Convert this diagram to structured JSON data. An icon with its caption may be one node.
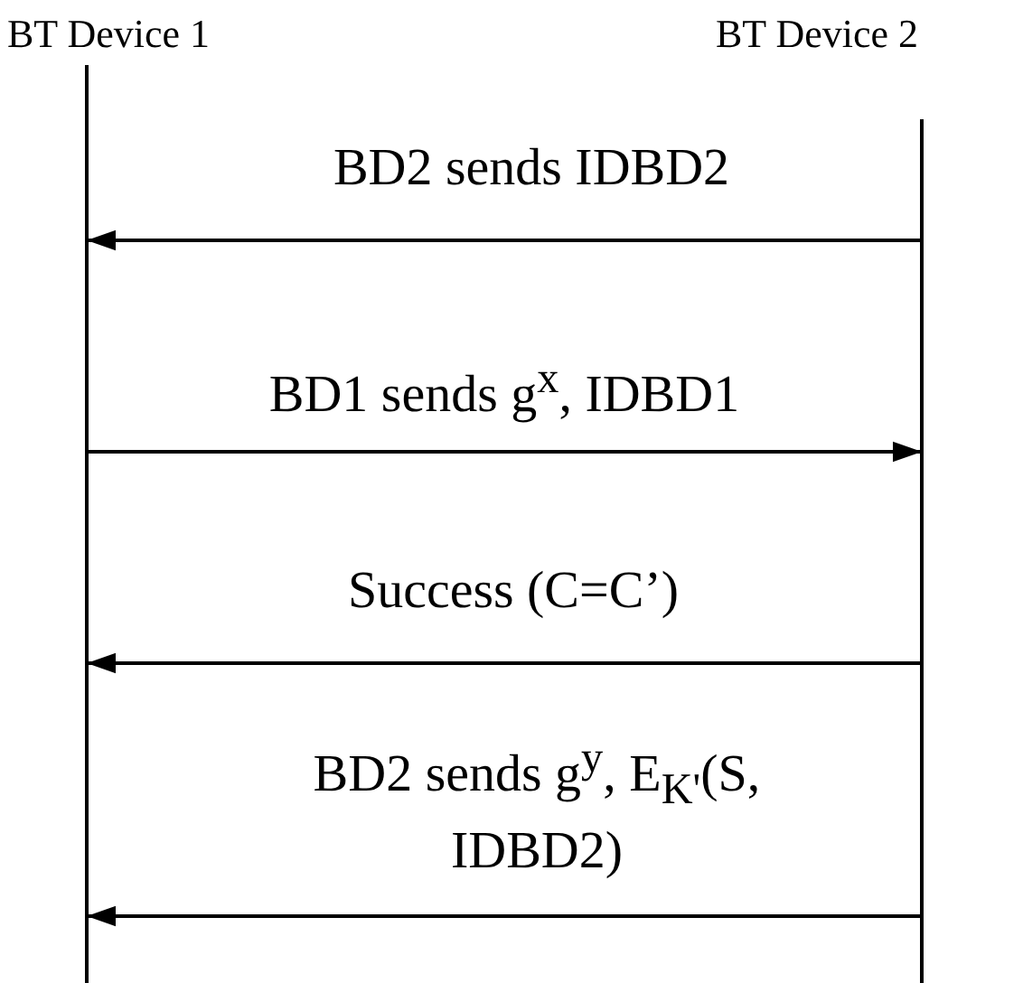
{
  "diagram": {
    "nodes": [
      {
        "text": [
          "BT Device 1"
        ]
      },
      {
        "text": [
          "BT Device 2"
        ]
      }
    ],
    "edges": [
      {
        "from": 1,
        "to": 0,
        "arrow": "to",
        "label": "BD2 sends IDBD2"
      },
      {
        "from": 0,
        "to": 1,
        "arrow": "to",
        "label": "BD1 sends g$^{x}$, IDBD1"
      },
      {
        "from": 1,
        "to": 0,
        "arrow": "to",
        "label": "Success (C=C’)"
      },
      {
        "from": 1,
        "to": 0,
        "arrow": "to",
        "label": "BD2 sends g$^{y}$, E$_{K'}$(S, IDBD2)"
      }
    ]
  }
}
